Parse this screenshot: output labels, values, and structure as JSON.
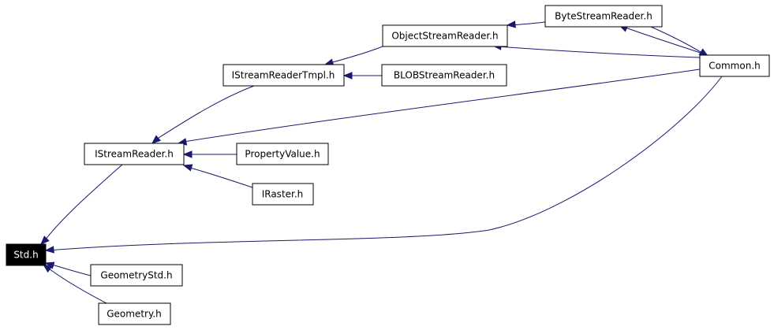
{
  "graph": {
    "edge_color": "#1a1a6e",
    "nodes": {
      "byte_stream_reader": "ByteStreamReader.h",
      "object_stream_reader": "ObjectStreamReader.h",
      "common": "Common.h",
      "istream_reader_tmpl": "IStreamReaderTmpl.h",
      "blob_stream_reader": "BLOBStreamReader.h",
      "istream_reader": "IStreamReader.h",
      "property_value": "PropertyValue.h",
      "iraster": "IRaster.h",
      "std": "Std.h",
      "geometry_std": "GeometryStd.h",
      "geometry": "Geometry.h"
    },
    "active_node": "std",
    "edges": [
      {
        "from": "std",
        "to": "istream_reader"
      },
      {
        "from": "std",
        "to": "common"
      },
      {
        "from": "std",
        "to": "geometry_std"
      },
      {
        "from": "std",
        "to": "geometry"
      },
      {
        "from": "istream_reader",
        "to": "istream_reader_tmpl"
      },
      {
        "from": "istream_reader",
        "to": "common"
      },
      {
        "from": "istream_reader",
        "to": "property_value"
      },
      {
        "from": "istream_reader",
        "to": "iraster"
      },
      {
        "from": "istream_reader_tmpl",
        "to": "object_stream_reader"
      },
      {
        "from": "istream_reader_tmpl",
        "to": "blob_stream_reader"
      },
      {
        "from": "object_stream_reader",
        "to": "byte_stream_reader"
      },
      {
        "from": "object_stream_reader",
        "to": "common"
      },
      {
        "from": "byte_stream_reader",
        "to": "common"
      },
      {
        "from": "common",
        "to": "byte_stream_reader"
      }
    ]
  }
}
